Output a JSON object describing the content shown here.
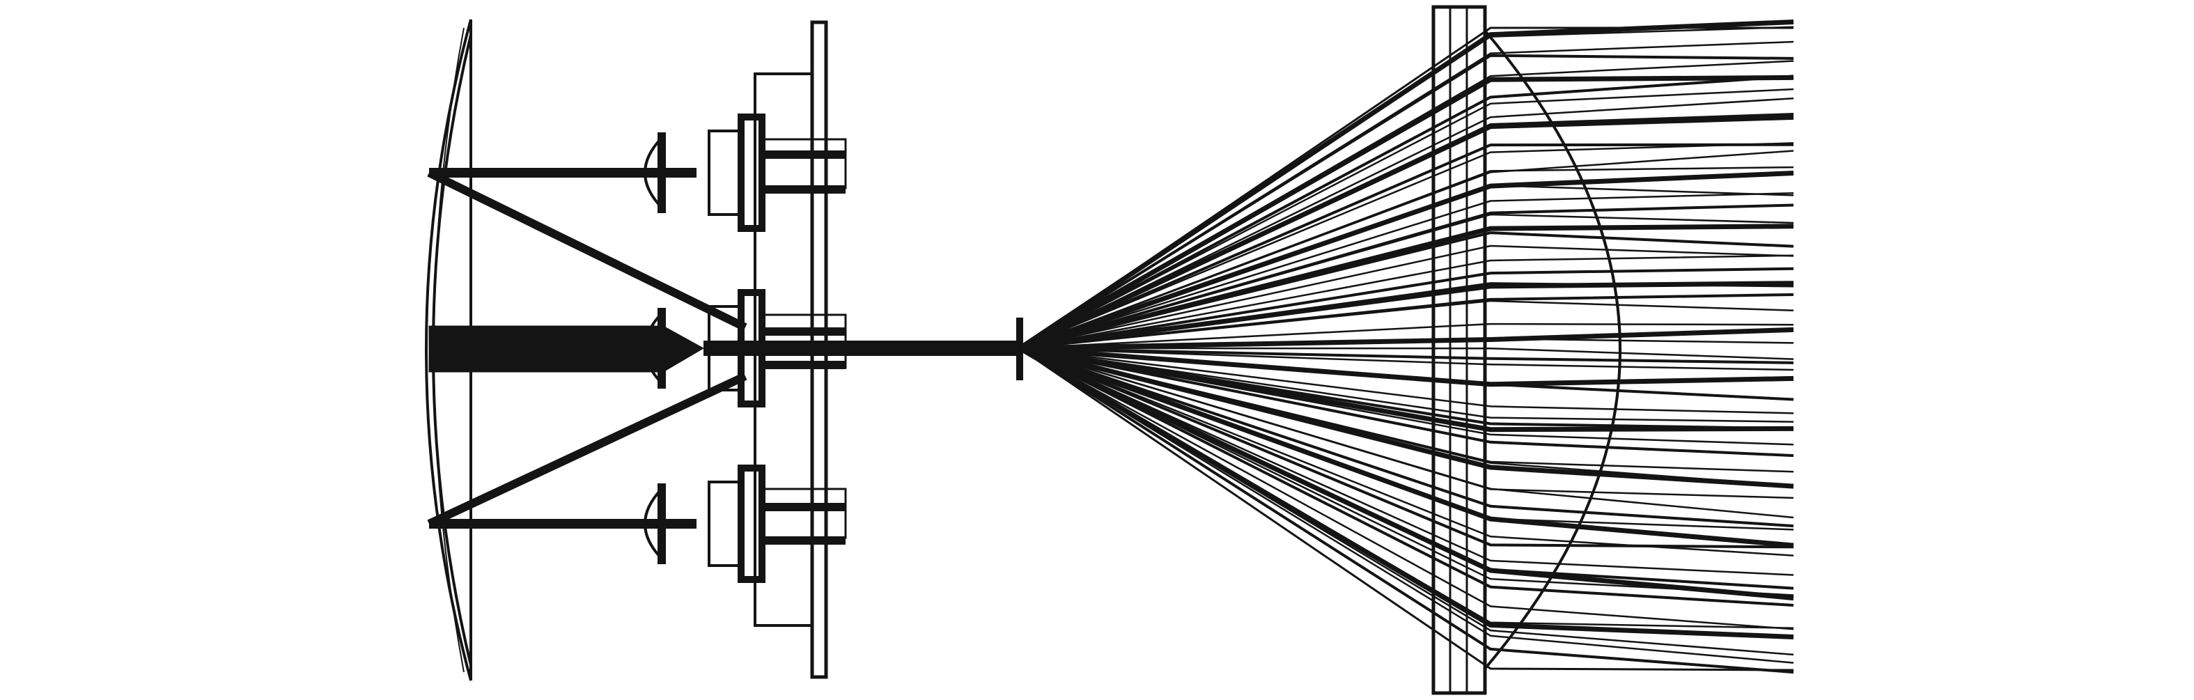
{
  "diagram": {
    "colors": {
      "background": "#ffffff",
      "ink": "#141414"
    },
    "components": [
      "curved-mirror",
      "transmitter-top",
      "transmitter-center",
      "transmitter-bottom",
      "mounting-plate",
      "focal-aperture",
      "output-lens",
      "ray-fan"
    ]
  }
}
